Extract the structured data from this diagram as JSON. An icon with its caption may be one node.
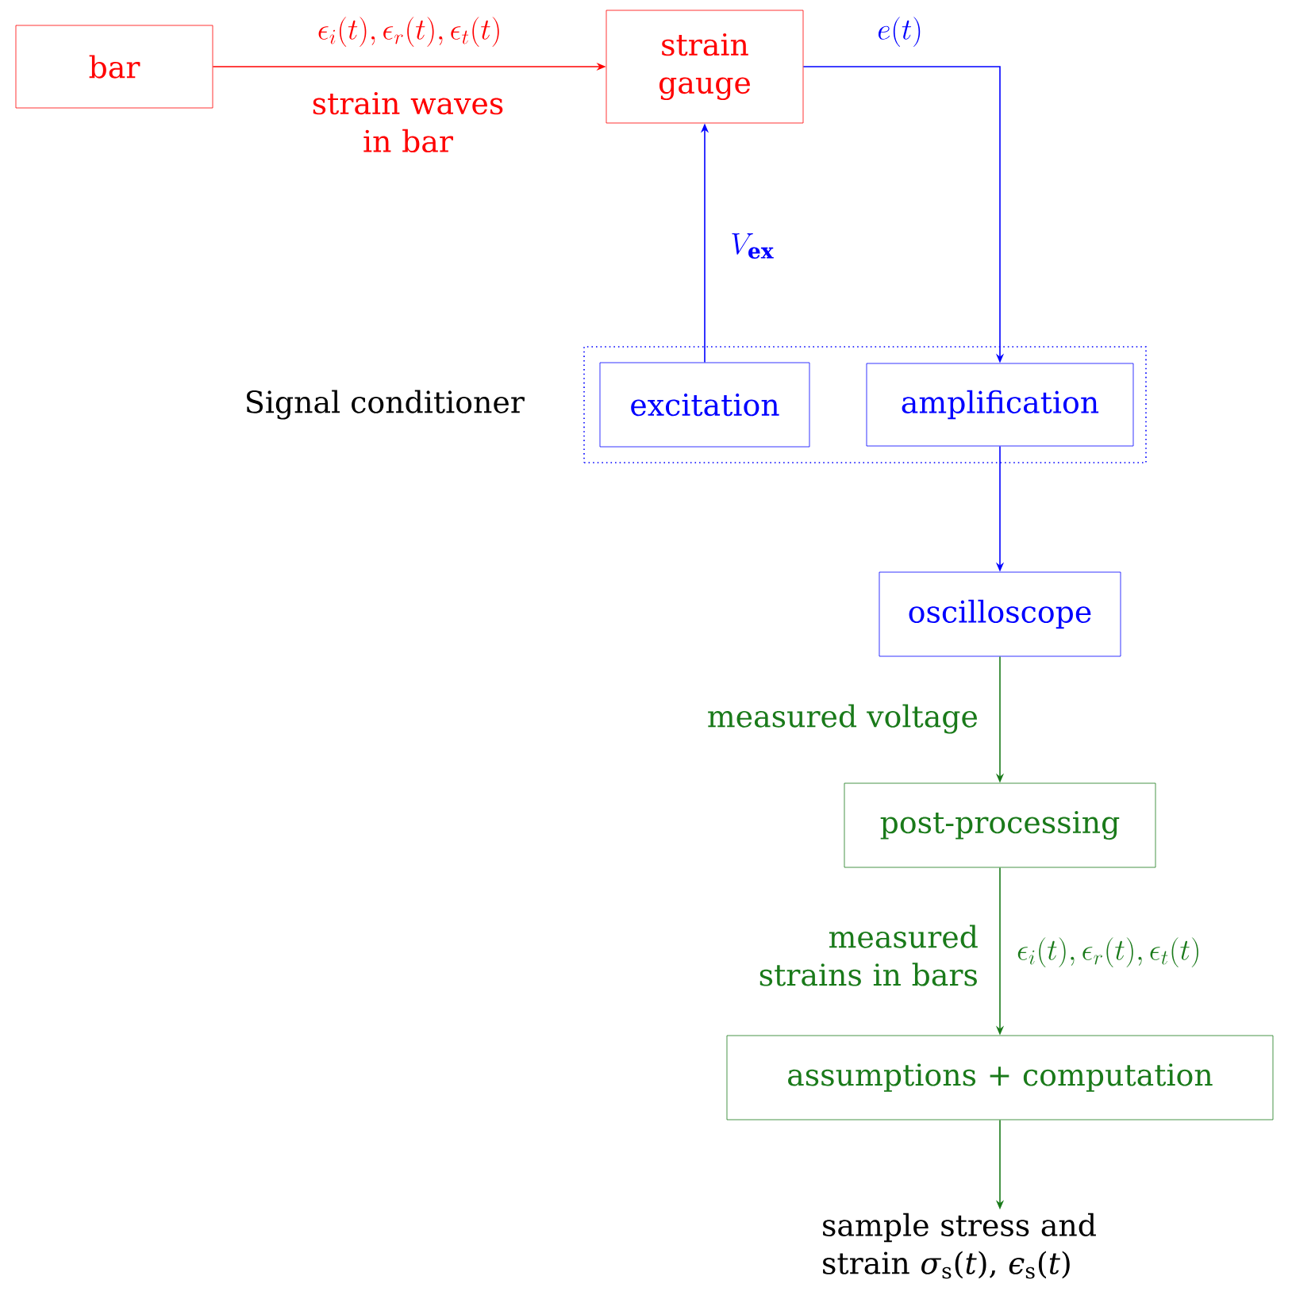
{
  "diagram": {
    "nodes": [
      {
        "text": [
          "bar"
        ]
      },
      {
        "text": [
          "strain gauge"
        ]
      },
      {
        "text": [
          "Signal conditioner"
        ]
      },
      {
        "text": [
          "excitation"
        ],
        "in": 2
      },
      {
        "text": [
          "amplification"
        ],
        "in": 2
      },
      {
        "text": [
          "oscilloscope"
        ]
      },
      {
        "text": [
          "post-processing"
        ]
      },
      {
        "text": [
          "assumptions + computation"
        ]
      },
      {
        "text": [
          "sample stress and strain *σ*$_{s}$(*t*), *ϵ*$_{s}$(*t*)"
        ]
      }
    ],
    "edges": [
      {
        "from": 0,
        "to": 1,
        "arrow": "to",
        "label": "\\epsilon_i(t), \\epsilon_r(t), \\epsilon_t(t)",
        "color": "#ff0000"
      },
      {
        "from": 1,
        "to": 4,
        "arrow": "to",
        "label": "e(t)",
        "color": "#0000ff"
      },
      {
        "from": 3,
        "to": 1,
        "arrow": "to",
        "label": "V_{\\mathbf{ex}}",
        "color": "#0000ff"
      },
      {
        "from": 4,
        "to": 5,
        "arrow": "to",
        "color": "#0000ff"
      },
      {
        "from": 5,
        "to": 6,
        "arrow": "to",
        "label": "measured voltage",
        "color": "#1a7a1a"
      },
      {
        "from": 6,
        "to": 7,
        "arrow": "to",
        "label": "measured strains in bars",
        "color": "#1a7a1a"
      },
      {
        "from": 7,
        "to": 8,
        "arrow": "to",
        "color": "#1a7a1a"
      }
    ],
    "labels": [
      "strain waves in bar",
      "\\epsilon_i(t), \\epsilon_r(t), \\epsilon_t(t)"
    ]
  }
}
